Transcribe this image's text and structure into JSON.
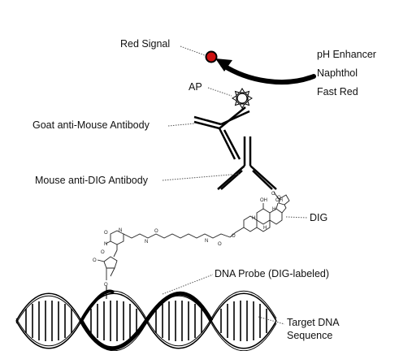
{
  "labels": {
    "red_signal": "Red Signal",
    "ph_enhancer": "pH Enhancer",
    "naphthol": "Naphthol",
    "fast_red": "Fast Red",
    "ap": "AP",
    "goat_antibody": "Goat anti-Mouse Antibody",
    "mouse_antibody": "Mouse anti-DIG Antibody",
    "dig": "DIG",
    "dna_probe": "DNA Probe (DIG-labeled)",
    "target_dna_line1": "Target DNA",
    "target_dna_line2": "Sequence"
  },
  "colors": {
    "signal_fill": "#cc1111",
    "ink": "#000000",
    "leader": "#555555"
  }
}
